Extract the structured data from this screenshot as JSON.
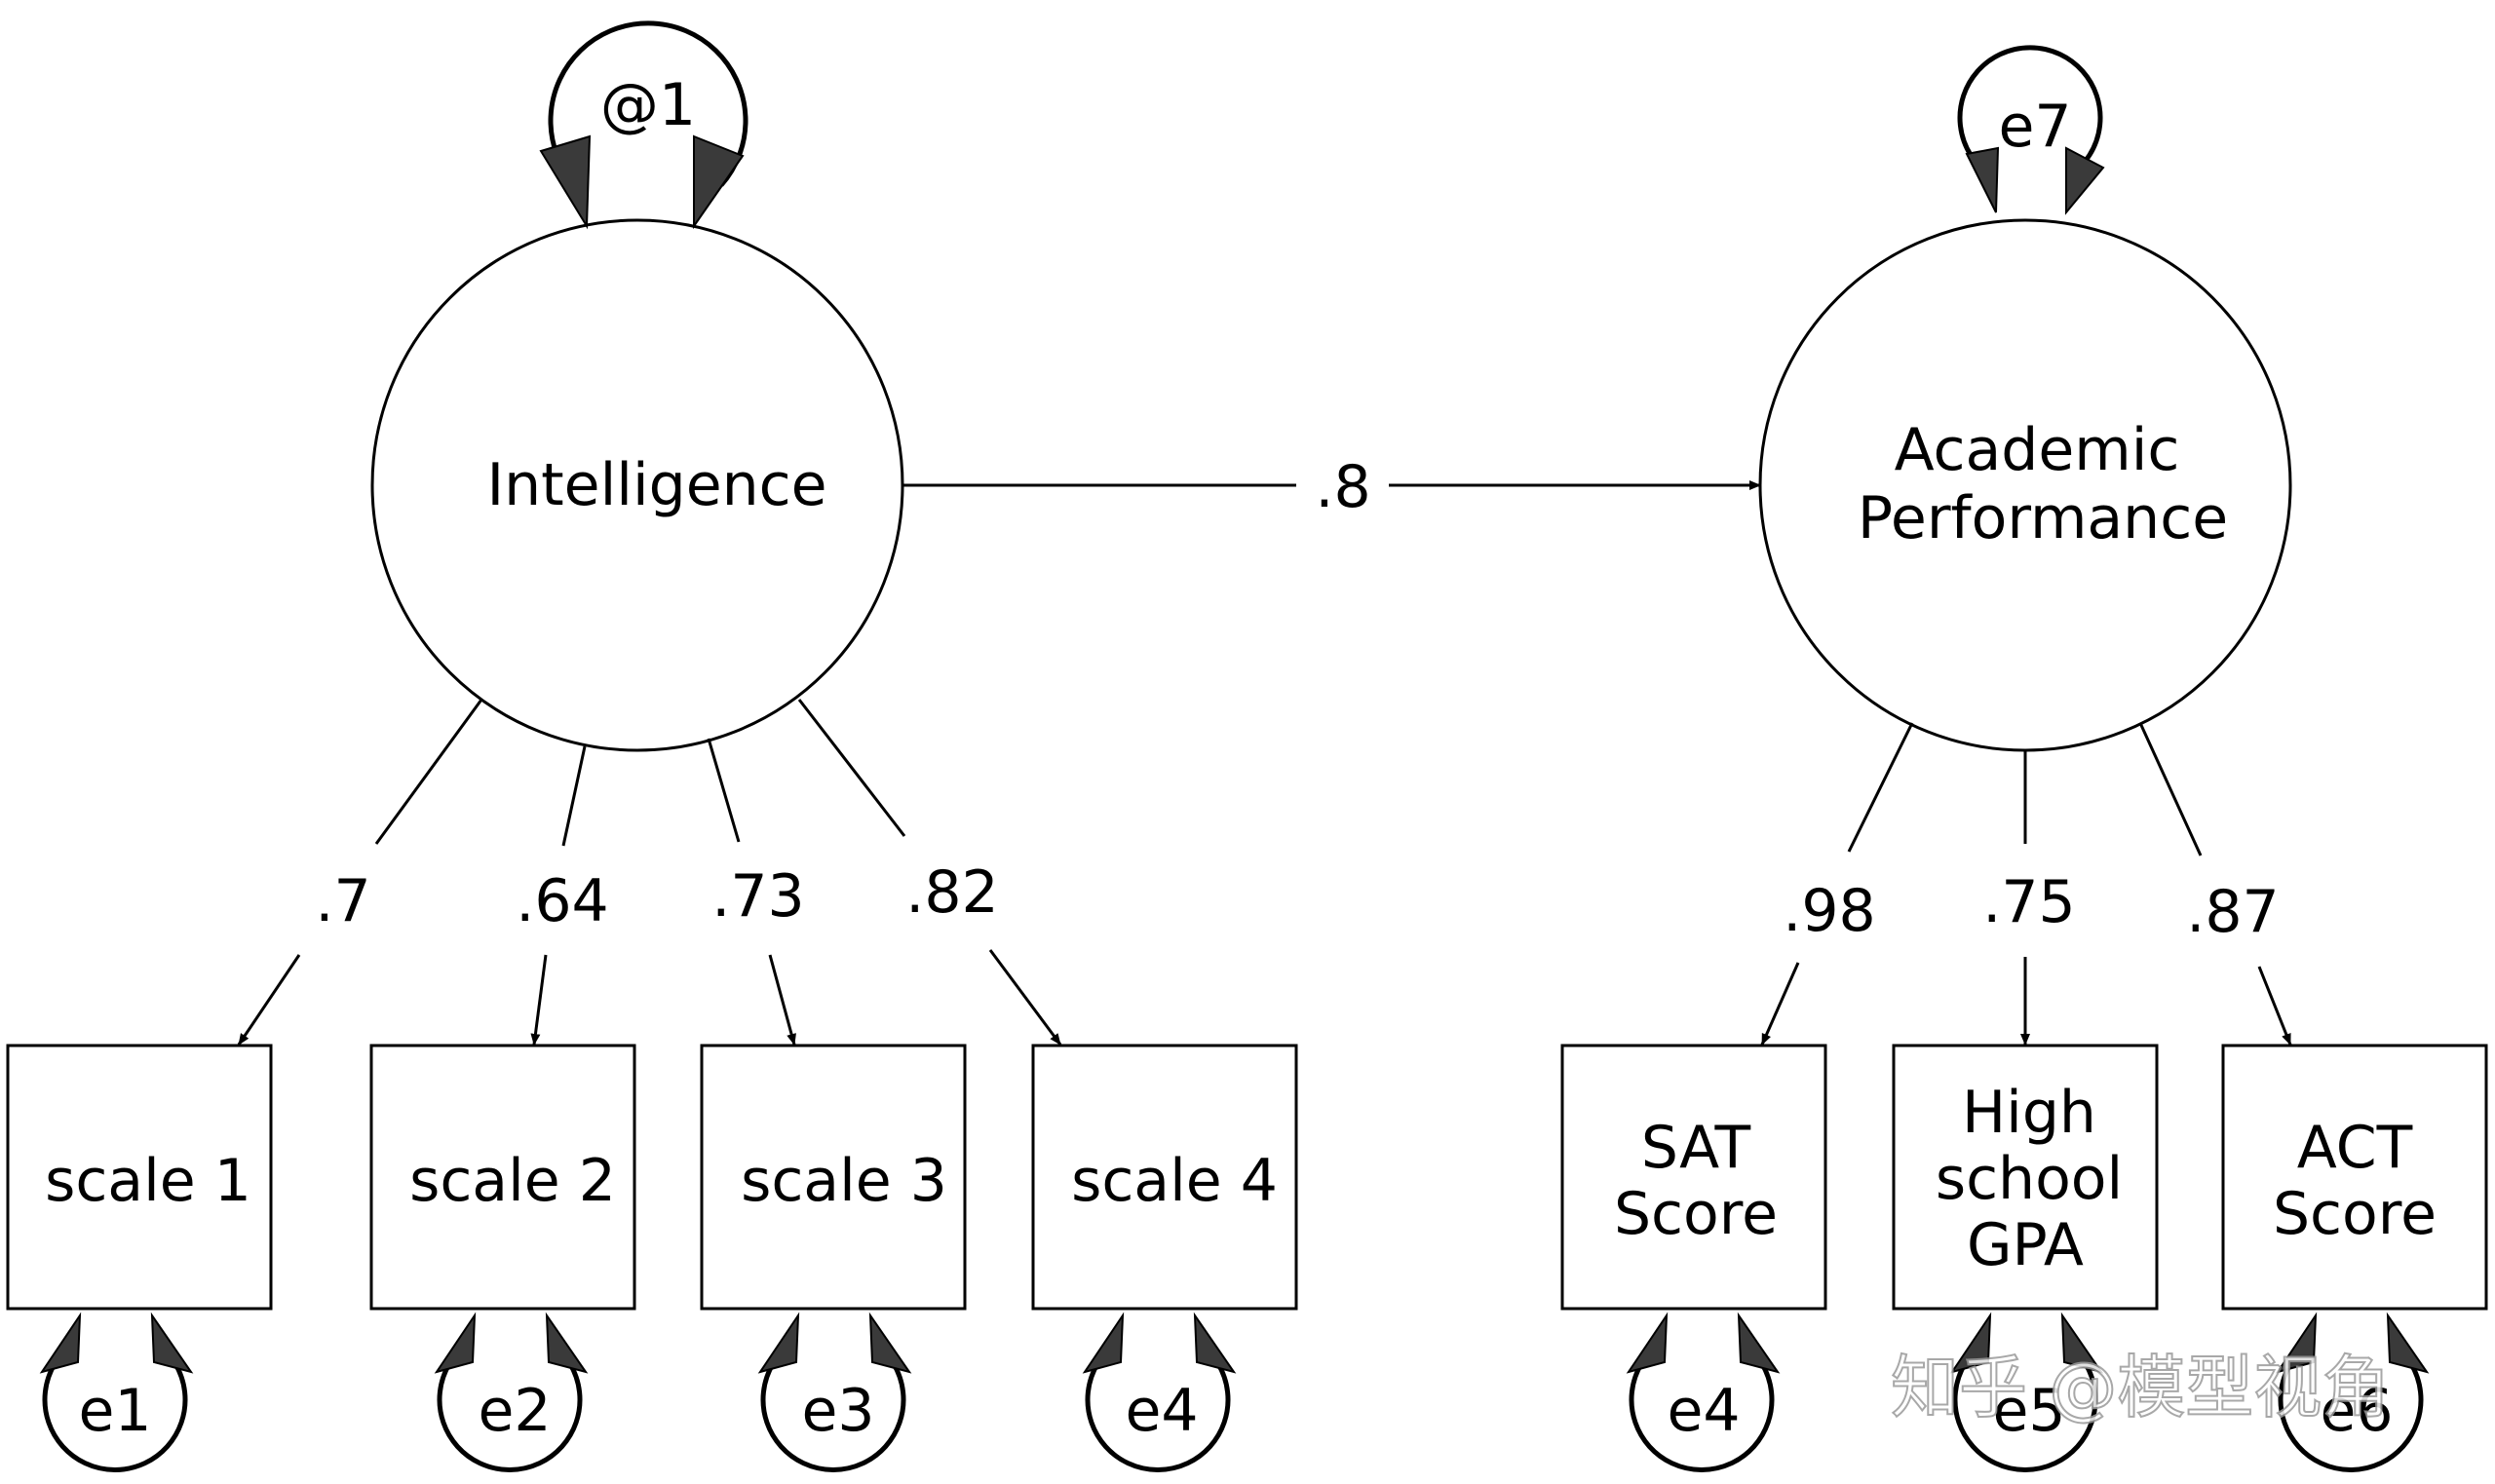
{
  "latents": {
    "intelligence": {
      "label": "Intelligence"
    },
    "academic": {
      "label_line1": "Academic",
      "label_line2": "Performance"
    }
  },
  "variances": {
    "intelligence": "@1",
    "academic": "e7"
  },
  "structural": {
    "intelligence_to_academic": ".8"
  },
  "indicators": {
    "intelligence": [
      {
        "label": "scale 1",
        "loading": ".7",
        "error": "e1"
      },
      {
        "label": "scale 2",
        "loading": ".64",
        "error": "e2"
      },
      {
        "label": "scale 3",
        "loading": ".73",
        "error": "e3"
      },
      {
        "label": "scale 4",
        "loading": ".82",
        "error": "e4"
      }
    ],
    "academic": [
      {
        "label_lines": [
          "SAT",
          "Score"
        ],
        "loading": ".98",
        "error": "e4"
      },
      {
        "label_lines": [
          "High",
          "school",
          "GPA"
        ],
        "loading": ".75",
        "error": "e5"
      },
      {
        "label_lines": [
          "ACT",
          "Score"
        ],
        "loading": ".87",
        "error": "e6"
      }
    ]
  },
  "watermark": "知乎 @模型视角"
}
